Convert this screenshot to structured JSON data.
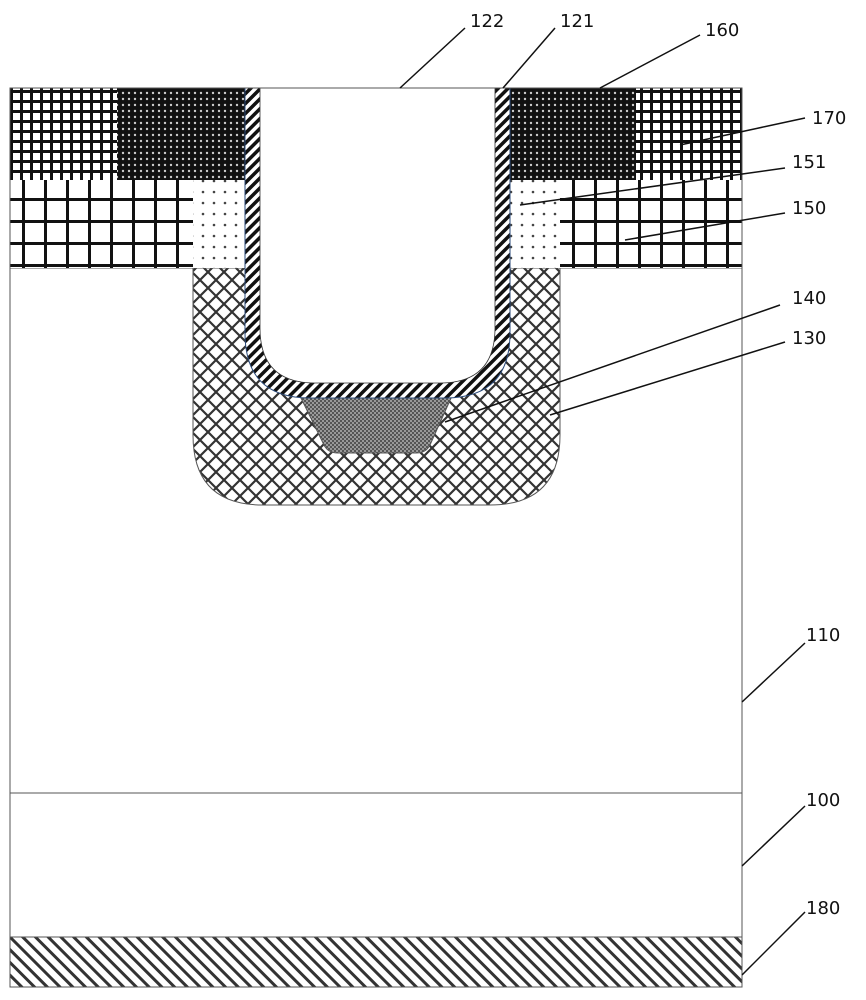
{
  "labels": {
    "l122": "122",
    "l121": "121",
    "l160": "160",
    "l170": "170",
    "l151": "151",
    "l150": "150",
    "l140": "140",
    "l130": "130",
    "l110": "110",
    "l100": "100",
    "l180": "180"
  }
}
